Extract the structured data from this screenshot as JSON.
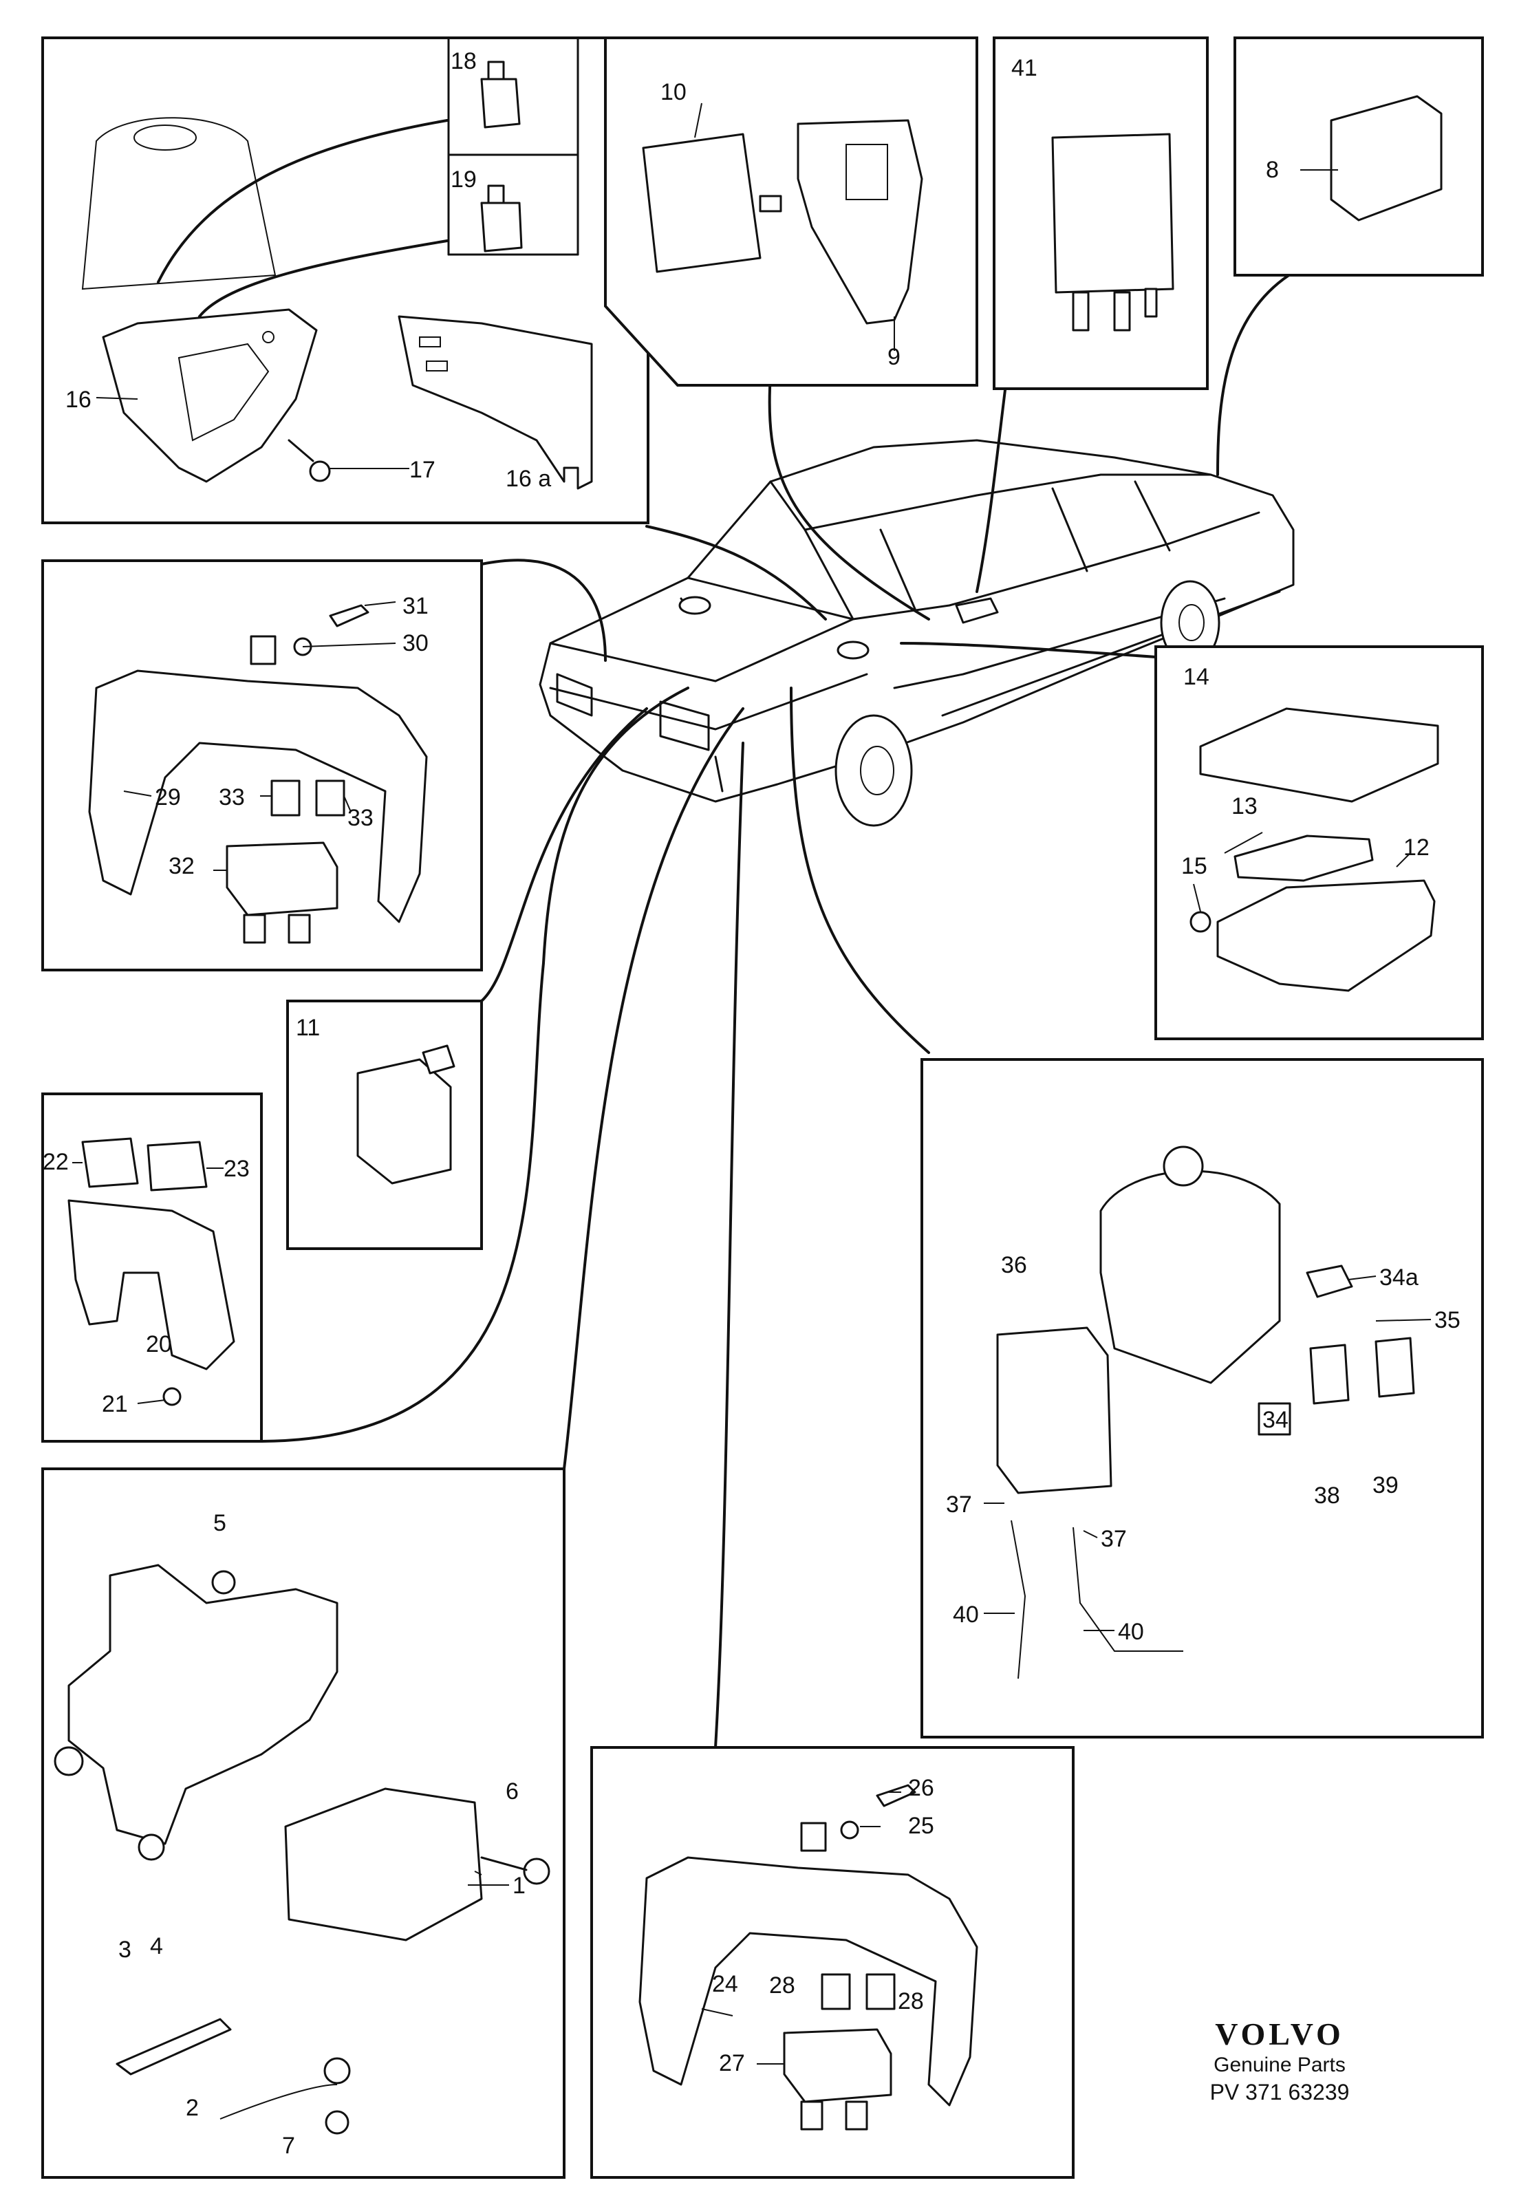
{
  "callouts": {
    "c1": "1",
    "c2": "2",
    "c3": "3",
    "c4": "4",
    "c5": "5",
    "c6": "6",
    "c7": "7",
    "c8": "8",
    "c9": "9",
    "c10": "10",
    "c11": "11",
    "c12": "12",
    "c13": "13",
    "c14": "14",
    "c15": "15",
    "c16": "16",
    "c16a": "16 a",
    "c17": "17",
    "c18": "18",
    "c19": "19",
    "c20": "20",
    "c21": "21",
    "c22": "22",
    "c23": "23",
    "c24": "24",
    "c25": "25",
    "c26": "26",
    "c27": "27",
    "c28a": "28",
    "c28b": "28",
    "c29": "29",
    "c30": "30",
    "c31": "31",
    "c32": "32",
    "c33a": "33",
    "c33b": "33",
    "c34": "34",
    "c34a": "34a",
    "c35": "35",
    "c36": "36",
    "c37a": "37",
    "c37b": "37",
    "c38": "38",
    "c39": "39",
    "c40a": "40",
    "c40b": "40",
    "c41": "41"
  },
  "brand": {
    "logo": "VOLVO",
    "subtitle": "Genuine Parts",
    "code": "PV 371 63239"
  }
}
